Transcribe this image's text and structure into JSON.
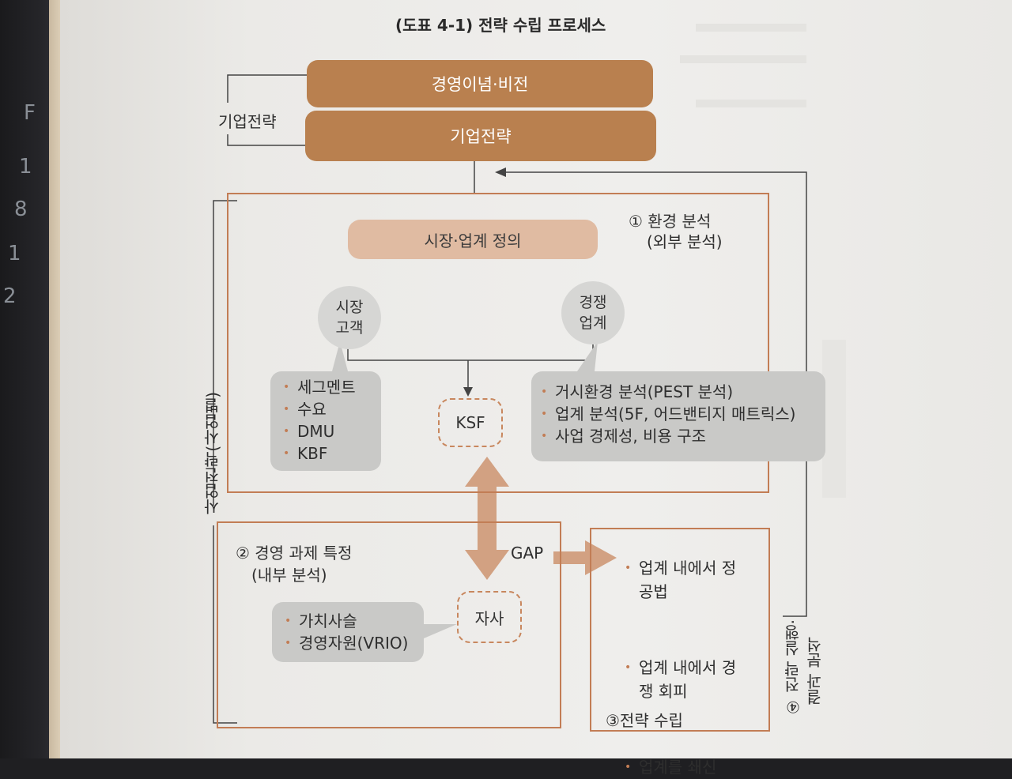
{
  "spine_chars": [
    "F",
    "1",
    "8",
    "1",
    "2"
  ],
  "title": "(도표 4-1) 전략 수립 프로세스",
  "left_label_corporate": "기업전략",
  "bars": {
    "vision": "경영이념·비전",
    "corporate": "기업전략"
  },
  "environment": {
    "heading_line1": "① 환경 분석",
    "heading_line2": "(외부 분석)",
    "market_definition": "시장·업계 정의",
    "circle_market": "시장\n고객",
    "circle_competition": "경쟁\n업계",
    "market_items": [
      "세그멘트",
      "수요",
      "DMU",
      "KBF"
    ],
    "competition_items": [
      "거시환경 분석(PEST 분석)",
      "업계 분석(5F, 어드밴티지 매트릭스)",
      "사업 경제성, 비용 구조"
    ],
    "ksf": "KSF"
  },
  "business_strategy_label": "사업전략(사업별)",
  "management": {
    "heading_line1": "② 경영 과제 특정",
    "heading_line2": "(내부 분석)",
    "items": [
      "가치사슬",
      "경영자원(VRIO)"
    ],
    "company": "자사"
  },
  "gap": "GAP",
  "strategy": {
    "items": [
      {
        "line1": "업계 내에서 정",
        "line2": "공법"
      },
      {
        "line1": "업계 내에서 경",
        "line2": "쟁 회피"
      },
      {
        "line1": "업계를 쇄신",
        "line2": ""
      }
    ],
    "heading": "③전략 수립"
  },
  "execution_label_line1": "④ 전략 실행·",
  "execution_label_line2": "결과 분석",
  "colors": {
    "brown": "#b9804f",
    "light_brown": "#e0bba2",
    "outline": "#c27d55",
    "gray_box": "#c9c9c7",
    "circle": "#d6d6d4",
    "arrow": "#d2a182"
  }
}
